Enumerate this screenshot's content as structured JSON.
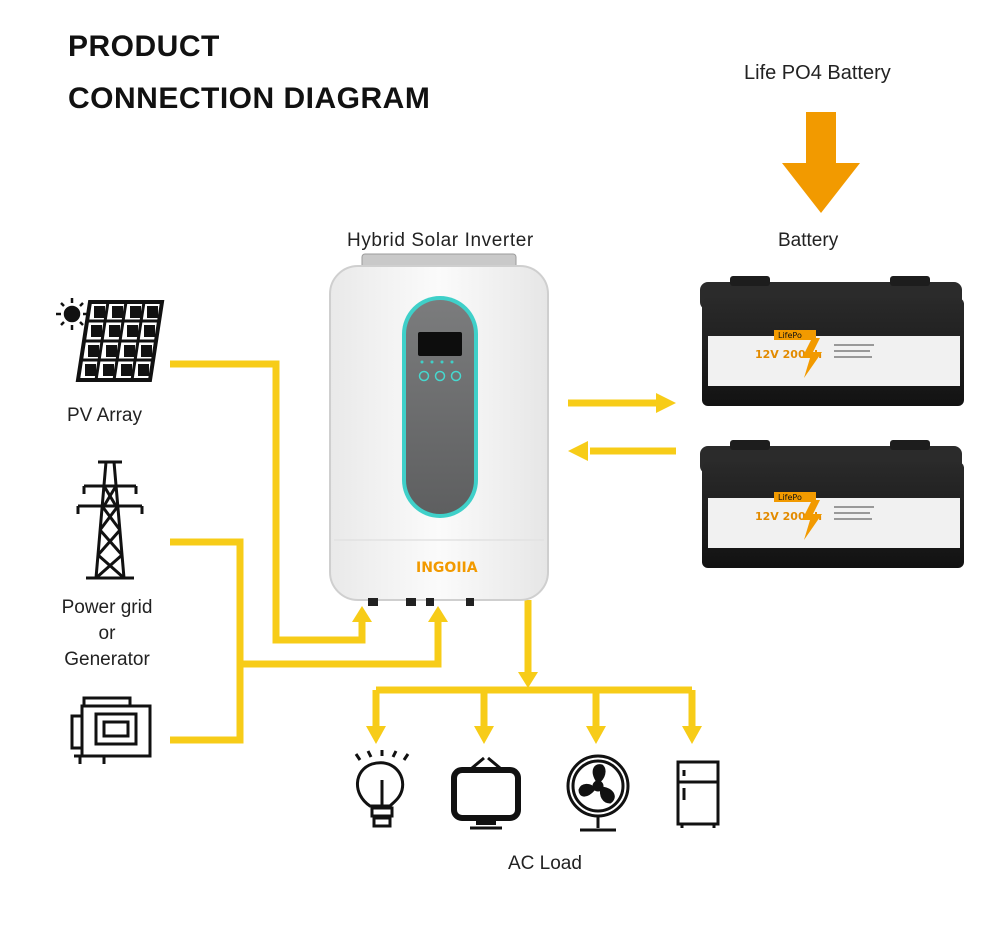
{
  "title": {
    "line1": "PRODUCT",
    "line2": "CONNECTION DIAGRAM"
  },
  "top_right": {
    "label": "Life PO4 Battery"
  },
  "inverter": {
    "label": "Hybrid Solar Inverter",
    "brand": "INGOIIA"
  },
  "battery": {
    "label": "Battery",
    "units": [
      {
        "brand_badge": "LifePo",
        "rating": "12V 200Ah"
      },
      {
        "brand_badge": "LifePo",
        "rating": "12V 200Ah"
      }
    ]
  },
  "sources": {
    "pv_label": "PV Array",
    "grid_label_line1": "Power grid",
    "grid_label_line2": "or",
    "grid_label_line3": "Generator"
  },
  "loads": {
    "label": "AC Load",
    "icons": [
      "light-bulb-icon",
      "television-icon",
      "fan-icon",
      "refrigerator-icon"
    ]
  },
  "colors": {
    "connector": "#f7cc18",
    "arrow": "#f29a00",
    "inverter_body": "#f4f4f4",
    "panel_dark": "#6e6f70",
    "accent_teal": "#3fd0c9",
    "battery_body": "#1b1b1b"
  }
}
